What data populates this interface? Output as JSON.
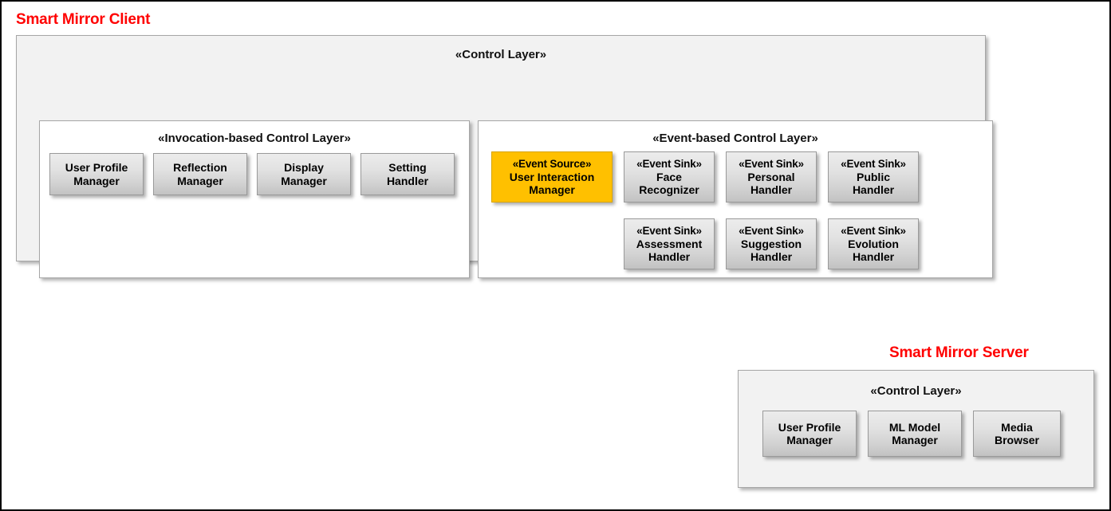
{
  "diagram": {
    "type": "component-architecture",
    "systems": [
      {
        "name": "Smart Mirror Client",
        "title_color": "#ff0000"
      },
      {
        "name": "Smart Mirror Server",
        "title_color": "#ff0000"
      }
    ]
  },
  "client": {
    "title": "Smart Mirror Client",
    "control_layer": {
      "title": "«Control Layer»",
      "invocation_layer": {
        "title": "«Invocation-based Control Layer»",
        "components": [
          {
            "stereotype": "",
            "name_line1": "User Profile",
            "name_line2": "Manager"
          },
          {
            "stereotype": "",
            "name_line1": "Reflection",
            "name_line2": "Manager"
          },
          {
            "stereotype": "",
            "name_line1": "Display",
            "name_line2": "Manager"
          },
          {
            "stereotype": "",
            "name_line1": "Setting",
            "name_line2": "Handler"
          }
        ]
      },
      "event_layer": {
        "title": "«Event-based Control Layer»",
        "row1": [
          {
            "stereotype": "«Event Source»",
            "name_line1": "User Interaction",
            "name_line2": "Manager",
            "highlight": true,
            "highlight_color": "#ffc000"
          },
          {
            "stereotype": "«Event Sink»",
            "name_line1": "Face",
            "name_line2": "Recognizer",
            "highlight": false
          },
          {
            "stereotype": "«Event Sink»",
            "name_line1": "Personal",
            "name_line2": "Handler",
            "highlight": false
          },
          {
            "stereotype": "«Event Sink»",
            "name_line1": "Public",
            "name_line2": "Handler",
            "highlight": false
          }
        ],
        "row2": [
          {
            "stereotype": "«Event Sink»",
            "name_line1": "Assessment",
            "name_line2": "Handler",
            "highlight": false
          },
          {
            "stereotype": "«Event Sink»",
            "name_line1": "Suggestion",
            "name_line2": "Handler",
            "highlight": false
          },
          {
            "stereotype": "«Event Sink»",
            "name_line1": "Evolution",
            "name_line2": "Handler",
            "highlight": false
          }
        ]
      }
    }
  },
  "server": {
    "title": "Smart Mirror Server",
    "control_layer": {
      "title": "«Control Layer»",
      "components": [
        {
          "stereotype": "",
          "name_line1": "User Profile",
          "name_line2": "Manager"
        },
        {
          "stereotype": "",
          "name_line1": "ML Model",
          "name_line2": "Manager"
        },
        {
          "stereotype": "",
          "name_line1": "Media",
          "name_line2": "Browser"
        }
      ]
    }
  }
}
